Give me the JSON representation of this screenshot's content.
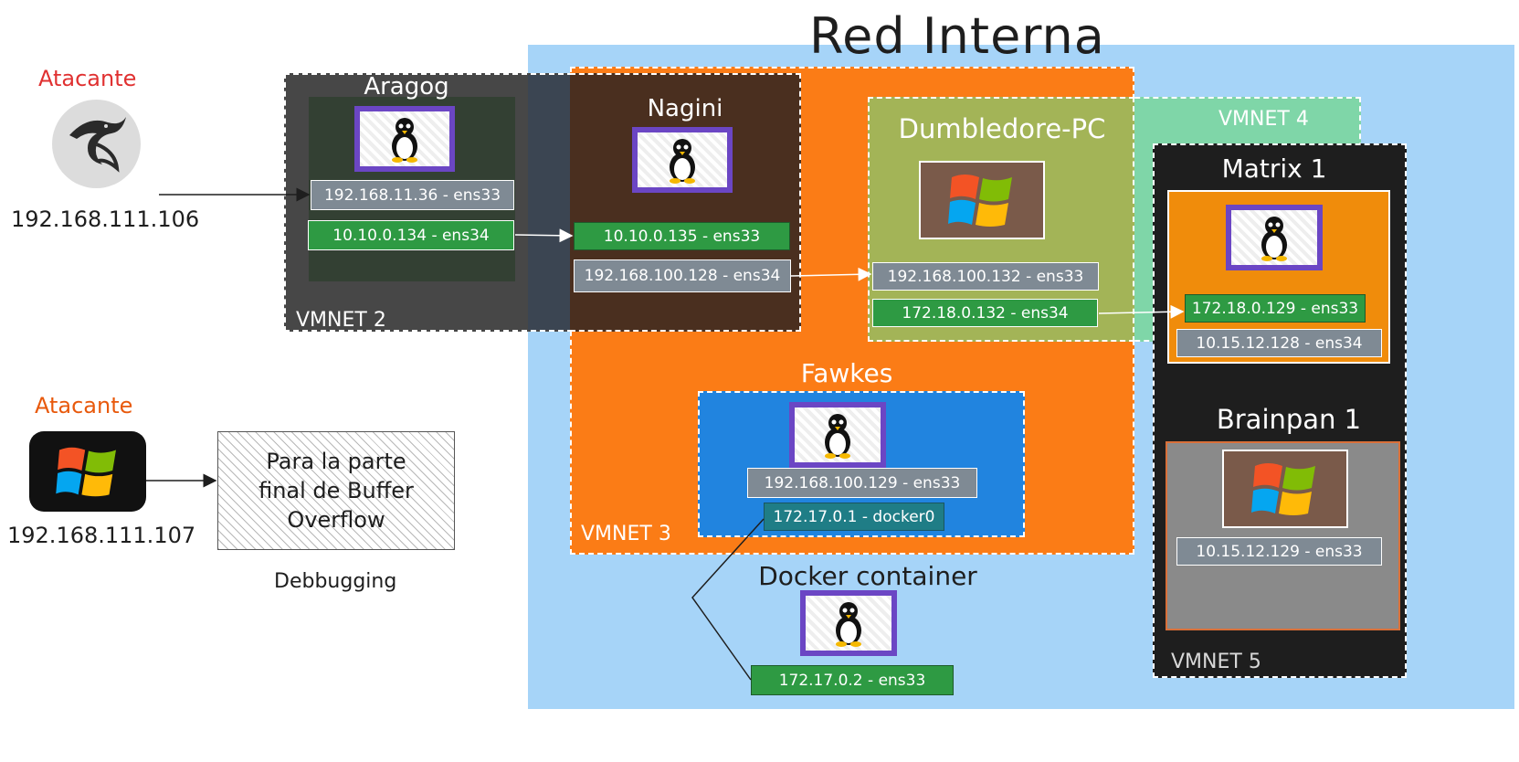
{
  "title": "Red Interna",
  "attackers": [
    {
      "label": "Atacante",
      "ip": "192.168.111.106",
      "icon": "kali-dragon-icon"
    },
    {
      "label": "Atacante",
      "ip": "192.168.111.107",
      "icon": "windows-icon"
    }
  ],
  "debug_box": {
    "text_line1": "Para la parte",
    "text_line2": "final de Buffer",
    "text_line3": "Overflow",
    "caption": "Debbugging"
  },
  "vmnets": {
    "vmnet2": "VMNET 2",
    "vmnet3": "VMNET 3",
    "vmnet4": "VMNET 4",
    "vmnet5": "VMNET 5"
  },
  "hosts": {
    "aragog": {
      "name": "Aragog",
      "ip1": "192.168.11.36 - ens33",
      "ip2": "10.10.0.134 - ens34"
    },
    "nagini": {
      "name": "Nagini",
      "ip1": "10.10.0.135 - ens33",
      "ip2": "192.168.100.128 - ens34"
    },
    "dumbledore": {
      "name": "Dumbledore-PC",
      "ip1": "192.168.100.132 - ens33",
      "ip2": "172.18.0.132 - ens34"
    },
    "fawkes": {
      "name": "Fawkes",
      "ip1": "192.168.100.129 - ens33",
      "ip2": "172.17.0.1 - docker0"
    },
    "docker": {
      "name": "Docker container",
      "ip1": "172.17.0.2 - ens33"
    },
    "matrix": {
      "name": "Matrix 1",
      "ip1": "172.18.0.129 - ens33",
      "ip2": "10.15.12.128 - ens34"
    },
    "brainpan": {
      "name": "Brainpan 1",
      "ip1": "10.15.12.129 - ens33"
    }
  },
  "colors": {
    "red_interna_bg": "#a6d4f8",
    "vmnet3_bg": "#fb7c16",
    "vmnet4_bg": "#7fd6a8",
    "vmnet5_bg": "#1e1e1e",
    "vmnet2_bg": "#474747",
    "nagini_bg": "#4a2f1f",
    "dumbledore_bg": "#a3b457",
    "fawkes_bg": "#2184df",
    "matrix_bg": "#f08c0b",
    "brainpan_bg": "#8a8a8a",
    "attacker_label": "#e03131"
  }
}
